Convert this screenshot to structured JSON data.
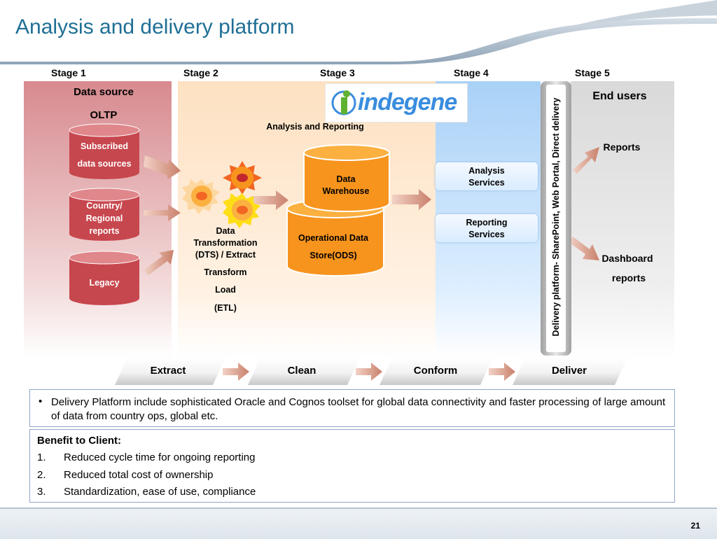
{
  "title": "Analysis and delivery platform",
  "stages": [
    "Stage 1",
    "Stage 2",
    "Stage 3",
    "Stage 4",
    "Stage 5"
  ],
  "stage1": {
    "header": "Data source",
    "sub": "OLTP",
    "items": [
      {
        "line1": "Subscribed",
        "line2": "data sources"
      },
      {
        "line1": "Country/",
        "line2": "Regional",
        "line3": "reports"
      },
      {
        "line1": "Legacy"
      }
    ]
  },
  "stage2": {
    "lines": [
      "Data",
      "Transformation",
      "(DTS)  / Extract",
      "Transform",
      "Load",
      "(ETL)"
    ]
  },
  "stage3": {
    "logo_text": "indegene",
    "logo_letter": "i",
    "header": "Analysis  and Reporting",
    "dw": [
      "Data",
      "Warehouse"
    ],
    "ods": [
      "Operational Data",
      "Store(ODS)"
    ]
  },
  "stage4": {
    "items": [
      {
        "line1": "Analysis",
        "line2": "Services"
      },
      {
        "line1": "Reporting",
        "line2": "Services"
      }
    ],
    "vertical": "Delivery platform- SharePoint, Web Portal, Direct delivery"
  },
  "stage5": {
    "header": "End users",
    "reports": "Reports",
    "dashboard": [
      "Dashboard",
      "reports"
    ]
  },
  "process": [
    "Extract",
    "Clean",
    "Conform",
    "Deliver"
  ],
  "note": "Delivery Platform include sophisticated Oracle and Cognos toolset for global data connectivity and faster processing of large amount of data from country ops, global etc.",
  "benefits": {
    "title": "Benefit to Client:",
    "items": [
      {
        "num": "1.",
        "text": "Reduced cycle time for ongoing reporting"
      },
      {
        "num": "2.",
        "text": "Reduced total cost of ownership"
      },
      {
        "num": "3.",
        "text": "Standardization, ease of use, compliance"
      }
    ]
  },
  "page_number": "21",
  "colors": {
    "title": "#1f6f95",
    "cylinder_red": "#c7474e",
    "cylinder_orange": "#f7941d",
    "arrow": "#d8947f"
  }
}
